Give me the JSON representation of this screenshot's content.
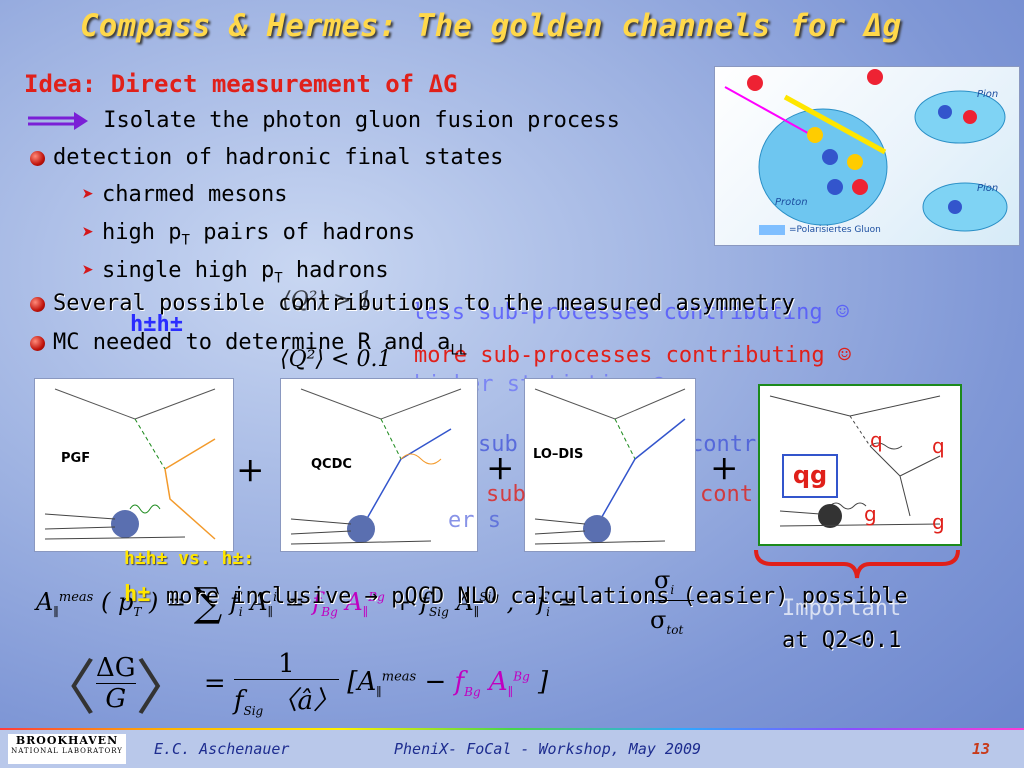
{
  "slide": {
    "title": "Compass & Hermes: The golden channels for Δg",
    "idea": "Idea: Direct measurement of ΔG",
    "isolate": "Isolate the photon gluon fusion process",
    "detection": "detection of hadronic final states",
    "sub_items": [
      "charmed mesons",
      "high p",
      "single high p"
    ],
    "sub_item_tail": [
      " pairs of hadrons",
      " hadrons"
    ],
    "sub_T": "T",
    "several": "Several possible contributions to the measured asymmetry",
    "mc": "MC needed to determine R and a",
    "mc_sub": "LL",
    "hh_label": "h±h±",
    "q2_gt": "⟨Q²⟩ > 1",
    "q2_lt": "⟨Q²⟩ < 0.1",
    "less_sub": "less sub-processes contributing ☺",
    "more_sub": "more sub-processes contributing ☺",
    "higher_stat": "higher statistics ☺",
    "sub_partial1": "sub",
    "contr_partial": "contr",
    "sub_partial2": "sub",
    "cont_partial": "cont",
    "er_s_partial": "er s",
    "hh_vs": "h±h± vs. h±:",
    "h_pm": "h±",
    "inclusive": "more inclusive → pQCD NLO calculations (easier) possible",
    "important": "Important",
    "at_q2": "at Q2<0.1",
    "sigma_i": "σ",
    "sigma_tot": "σ",
    "diagrams": [
      "PGF",
      "QCDC",
      "LO–DIS"
    ],
    "qg_label": "qg",
    "q_labels": [
      "q",
      "q"
    ],
    "g_labels": [
      "g",
      "g"
    ],
    "plus": "+",
    "figure": {
      "pion_label": "Pion",
      "proton_label": "Proton",
      "legend": "=Polarisiertes Gluon"
    },
    "footer": {
      "author": "E.C. Aschenauer",
      "event": "PheniX- FoCal - Workshop, May 2009",
      "page": "13",
      "logo_top": "BROOKHAVEN",
      "logo_bottom": "NATIONAL LABORATORY"
    }
  }
}
